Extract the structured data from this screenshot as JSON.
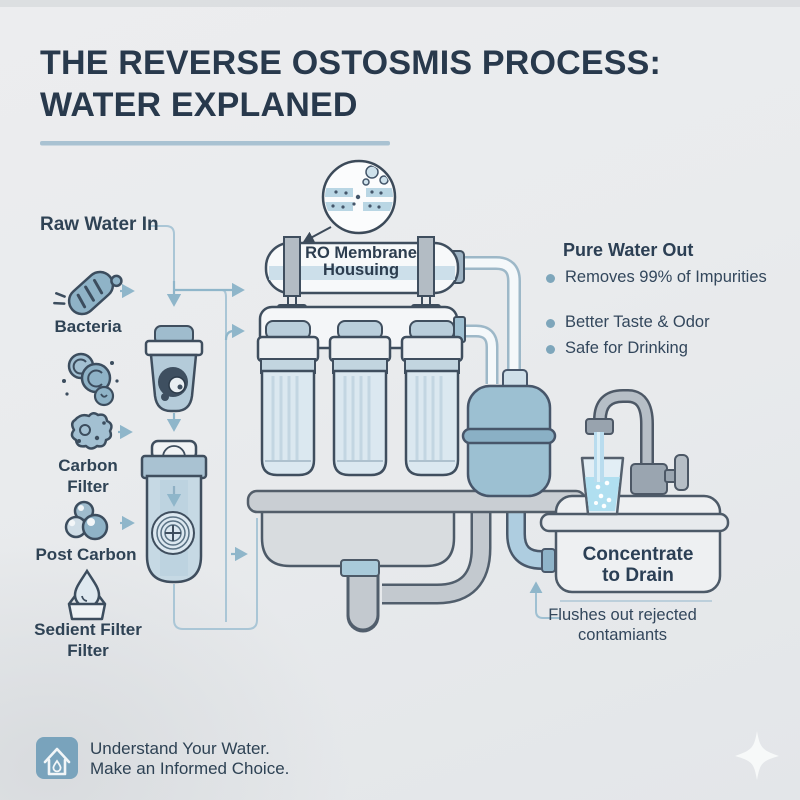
{
  "title": {
    "line1": "THE REVERSE OSTOSMIS PROCESS:",
    "line2": "WATER EXPLANED"
  },
  "left_panel": {
    "heading": "Raw Water In",
    "items": [
      {
        "icon": "bacteria-icon",
        "label": "Bacteria"
      },
      {
        "icon": "germ-cluster-icon",
        "label": ""
      },
      {
        "icon": "carbon-particle-icon",
        "label": "Carbon\nFilter"
      },
      {
        "icon": "bubbles-icon",
        "label": "Post Carbon"
      },
      {
        "icon": "sediment-drop-icon",
        "label": "Sedient Filter\nFilter"
      }
    ]
  },
  "diagram": {
    "membrane_label": "RO Membrane\nHousuing",
    "concentrate_label": "Concentrate\nto Drain",
    "flushes_note": "Flushes out rejected\ncontamiants"
  },
  "pure_water": {
    "heading": "Pure Water Out",
    "bullets": [
      "Removes 99% of Impurities",
      "Better Taste & Odor",
      "Safe for Drinking"
    ]
  },
  "footer": {
    "line1": "Understand Your Water.",
    "line2": "Make an Informed Choice."
  },
  "colors": {
    "accent_dark": "#3f4e5e",
    "steel_blue": "#8fb3c7",
    "light_blue": "#c9dbe7",
    "pipe_gray": "#c3c9cf",
    "connector": "#aac6d6",
    "arrow": "#8fb6ca",
    "tank_blue": "#9cc0d2",
    "footer_icon_blue": "#79a3bc"
  }
}
